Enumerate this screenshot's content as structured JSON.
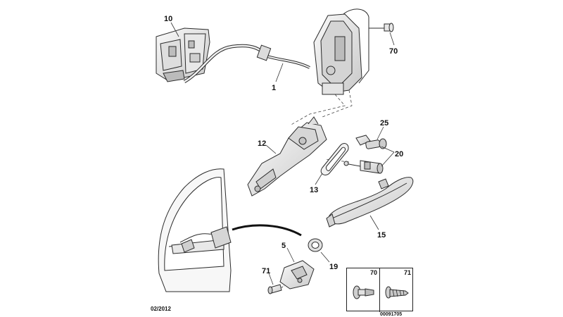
{
  "diagram": {
    "parts": [
      {
        "id": "p10",
        "label": "10",
        "name": "lock-actuator-module"
      },
      {
        "id": "p1",
        "label": "1",
        "name": "control-cable"
      },
      {
        "id": "p70a",
        "label": "70",
        "name": "lock-bolt"
      },
      {
        "id": "p12",
        "label": "12",
        "name": "handle-support-bracket"
      },
      {
        "id": "p25",
        "label": "25",
        "name": "key"
      },
      {
        "id": "p20",
        "label": "20",
        "name": "lock-cylinder"
      },
      {
        "id": "p13",
        "label": "13",
        "name": "gasket"
      },
      {
        "id": "p15",
        "label": "15",
        "name": "outer-handle"
      },
      {
        "id": "p5",
        "label": "5",
        "name": "striker"
      },
      {
        "id": "p19",
        "label": "19",
        "name": "grommet"
      },
      {
        "id": "p71a",
        "label": "71",
        "name": "striker-screw"
      }
    ],
    "legend": {
      "left_label": "70",
      "right_label": "71"
    },
    "footer": {
      "date": "02/2012",
      "ref": "00091705"
    },
    "colors": {
      "line": "#2b2b2b",
      "fill": "#f4f4f4",
      "dark": "#3a3a3a",
      "arc": "#111111"
    }
  }
}
